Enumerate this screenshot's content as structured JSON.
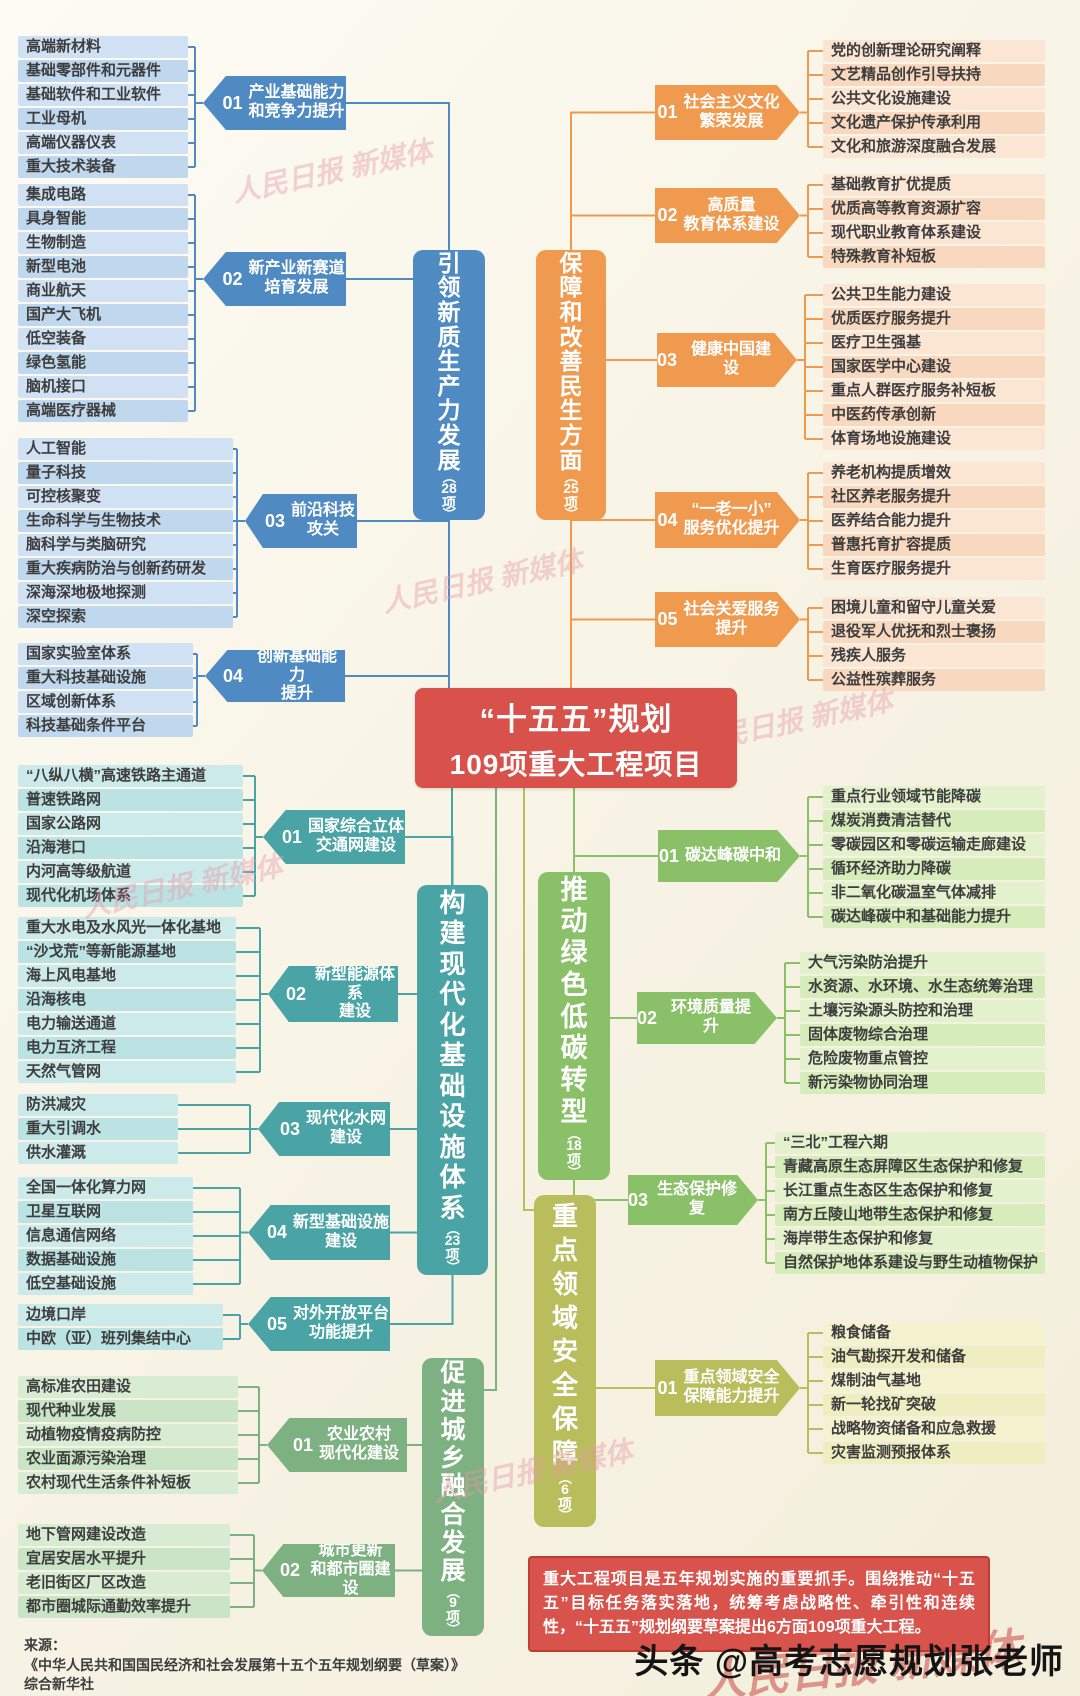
{
  "page": {
    "title_line1": "“十五五”规划",
    "title_line2": "109项重大工程项目",
    "note": "重大工程项目是五年规划实施的重要抓手。围绕推动“十五五”目标任务落实落地，统筹考虑战略性、牵引性和连续性，“十五五”规划纲要草案提出6方面109项重大工程。",
    "source_label": "来源：",
    "source_line1": "《中华人民共和国国民经济和社会发展第十五个五年规划纲要（草案）》",
    "source_line2": "综合新华社",
    "watermark": "人民日报 新媒体",
    "footer_watermark": "头条 @高考志愿规划张老师"
  },
  "branches": [
    {
      "id": "xinzhi",
      "bar_label": "引领新质生产力发展",
      "count": "（28项）",
      "colors": {
        "main": "#4f8ac2",
        "row": "#cfe1f2",
        "row_alt": "#c0d8ee"
      },
      "groups": [
        {
          "num": "01",
          "label": "产业基础能力\n和竞争力提升",
          "items": [
            "高端新材料",
            "基础零部件和元器件",
            "基础软件和工业软件",
            "工业母机",
            "高端仪器仪表",
            "重大技术装备"
          ]
        },
        {
          "num": "02",
          "label": "新产业新赛道\n培育发展",
          "items": [
            "集成电路",
            "具身智能",
            "生物制造",
            "新型电池",
            "商业航天",
            "国产大飞机",
            "低空装备",
            "绿色氢能",
            "脑机接口",
            "高端医疗器械"
          ]
        },
        {
          "num": "03",
          "label": "前沿科技\n攻关",
          "items": [
            "人工智能",
            "量子科技",
            "可控核聚变",
            "生命科学与生物技术",
            "脑科学与类脑研究",
            "重大疾病防治与创新药研发",
            "深海深地极地探测",
            "深空探索"
          ]
        },
        {
          "num": "04",
          "label": "创新基础能力\n提升",
          "items": [
            "国家实验室体系",
            "重大科技基础设施",
            "区域创新体系",
            "科技基础条件平台"
          ]
        }
      ]
    },
    {
      "id": "minsheng",
      "bar_label": "保障和改善民生方面",
      "count": "（25项）",
      "colors": {
        "main": "#f09a50",
        "row": "#fbe6d4",
        "row_alt": "#f8d9bf"
      },
      "groups": [
        {
          "num": "01",
          "label": "社会主义文化\n繁荣发展",
          "items": [
            "党的创新理论研究阐释",
            "文艺精品创作引导扶持",
            "公共文化设施建设",
            "文化遗产保护传承利用",
            "文化和旅游深度融合发展"
          ]
        },
        {
          "num": "02",
          "label": "高质量\n教育体系建设",
          "items": [
            "基础教育扩优提质",
            "优质高等教育资源扩容",
            "现代职业教育体系建设",
            "特殊教育补短板"
          ]
        },
        {
          "num": "03",
          "label": "健康中国建设",
          "items": [
            "公共卫生能力建设",
            "优质医疗服务提升",
            "医疗卫生强基",
            "国家医学中心建设",
            "重点人群医疗服务补短板",
            "中医药传承创新",
            "体育场地设施建设"
          ]
        },
        {
          "num": "04",
          "label": "“一老一小”\n服务优化提升",
          "items": [
            "养老机构提质增效",
            "社区养老服务提升",
            "医养结合能力提升",
            "普惠托育扩容提质",
            "生育医疗服务提升"
          ]
        },
        {
          "num": "05",
          "label": "社会关爱服务\n提升",
          "items": [
            "困境儿童和留守儿童关爱",
            "退役军人优抚和烈士褒扬",
            "残疾人服务",
            "公益性殡葬服务"
          ]
        }
      ]
    },
    {
      "id": "sheshi",
      "bar_label": "构建现代化基础设施体系",
      "count": "（23项）",
      "colors": {
        "main": "#4aa4a6",
        "row": "#cdeaea",
        "row_alt": "#bce3e4"
      },
      "groups": [
        {
          "num": "01",
          "label": "国家综合立体\n交通网建设",
          "items": [
            "“八纵八横”高速铁路主通道",
            "普速铁路网",
            "国家公路网",
            "沿海港口",
            "内河高等级航道",
            "现代化机场体系"
          ]
        },
        {
          "num": "02",
          "label": "新型能源体系\n建设",
          "items": [
            "重大水电及水风光一体化基地",
            "“沙戈荒”等新能源基地",
            "海上风电基地",
            "沿海核电",
            "电力输送通道",
            "电力互济工程",
            "天然气管网"
          ]
        },
        {
          "num": "03",
          "label": "现代化水网\n建设",
          "items": [
            "防洪减灾",
            "重大引调水",
            "供水灌溉"
          ]
        },
        {
          "num": "04",
          "label": "新型基础设施\n建设",
          "items": [
            "全国一体化算力网",
            "卫星互联网",
            "信息通信网络",
            "数据基础设施",
            "低空基础设施"
          ]
        },
        {
          "num": "05",
          "label": "对外开放平台\n功能提升",
          "items": [
            "边境口岸",
            "中欧（亚）班列集结中心"
          ]
        }
      ]
    },
    {
      "id": "lvse",
      "bar_label": "推动绿色低碳转型",
      "count": "（18项）",
      "colors": {
        "main": "#8ac168",
        "row": "#e3f2cd",
        "row_alt": "#d6ecba"
      },
      "groups": [
        {
          "num": "01",
          "label": "碳达峰碳中和",
          "items": [
            "重点行业领域节能降碳",
            "煤炭消费清洁替代",
            "零碳园区和零碳运输走廊建设",
            "循环经济助力降碳",
            "非二氧化碳温室气体减排",
            "碳达峰碳中和基础能力提升"
          ]
        },
        {
          "num": "02",
          "label": "环境质量提升",
          "items": [
            "大气污染防治提升",
            "水资源、水环境、水生态统筹治理",
            "土壤污染源头防控和治理",
            "固体废物综合治理",
            "危险废物重点管控",
            "新污染物协同治理"
          ]
        },
        {
          "num": "03",
          "label": "生态保护修复",
          "items": [
            "“三北”工程六期",
            "青藏高原生态屏障区生态保护和修复",
            "长江重点生态区生态保护和修复",
            "南方丘陵山地带生态保护和修复",
            "海岸带生态保护和修复",
            "自然保护地体系建设与野生动植物保护"
          ]
        }
      ]
    },
    {
      "id": "anquan",
      "bar_label": "重点领域安全保障",
      "count": "（6项）",
      "colors": {
        "main": "#b9bd5c",
        "row": "#f4f2cf",
        "row_alt": "#eeeec0"
      },
      "groups": [
        {
          "num": "01",
          "label": "重点领域安全\n保障能力提升",
          "items": [
            "粮食储备",
            "油气勘探开发和储备",
            "煤制油气基地",
            "新一轮找矿突破",
            "战略物资储备和应急救援",
            "灾害监测预报体系"
          ]
        }
      ]
    },
    {
      "id": "chengxiang",
      "bar_label": "促进城乡融合发展",
      "count": "（9项）",
      "colors": {
        "main": "#7db181",
        "row": "#d8ecd4",
        "row_alt": "#c9e5c5"
      },
      "groups": [
        {
          "num": "01",
          "label": "农业农村\n现代化建设",
          "items": [
            "高标准农田建设",
            "现代种业发展",
            "动植物疫情疫病防控",
            "农业面源污染治理",
            "农村现代生活条件补短板"
          ]
        },
        {
          "num": "02",
          "label": "城市更新\n和都市圈建设",
          "items": [
            "地下管网建设改造",
            "宜居安居水平提升",
            "老旧街区厂区改造",
            "都市圈城际通勤效率提升"
          ]
        }
      ]
    }
  ]
}
